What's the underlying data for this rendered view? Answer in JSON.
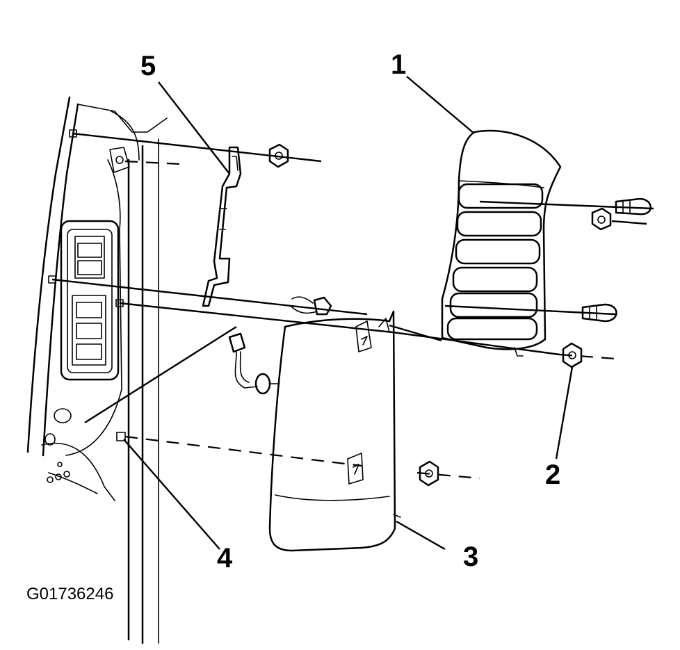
{
  "callouts": [
    {
      "id": "1",
      "text": "1"
    },
    {
      "id": "2",
      "text": "2"
    },
    {
      "id": "3",
      "text": "3"
    },
    {
      "id": "4",
      "text": "4"
    },
    {
      "id": "5",
      "text": "5"
    }
  ],
  "figure_id": "G01736246"
}
